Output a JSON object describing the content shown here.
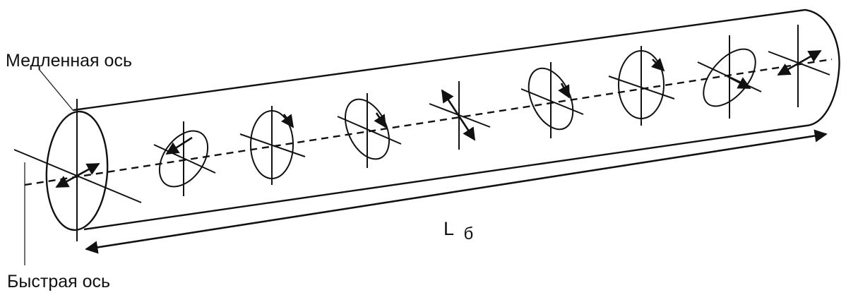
{
  "labels": {
    "slow_axis": "Медленная ось",
    "fast_axis": "Быстрая ось",
    "beat_length": "L",
    "beat_length_sub": "б"
  },
  "colors": {
    "ink": "#111111",
    "background": "#ffffff"
  }
}
